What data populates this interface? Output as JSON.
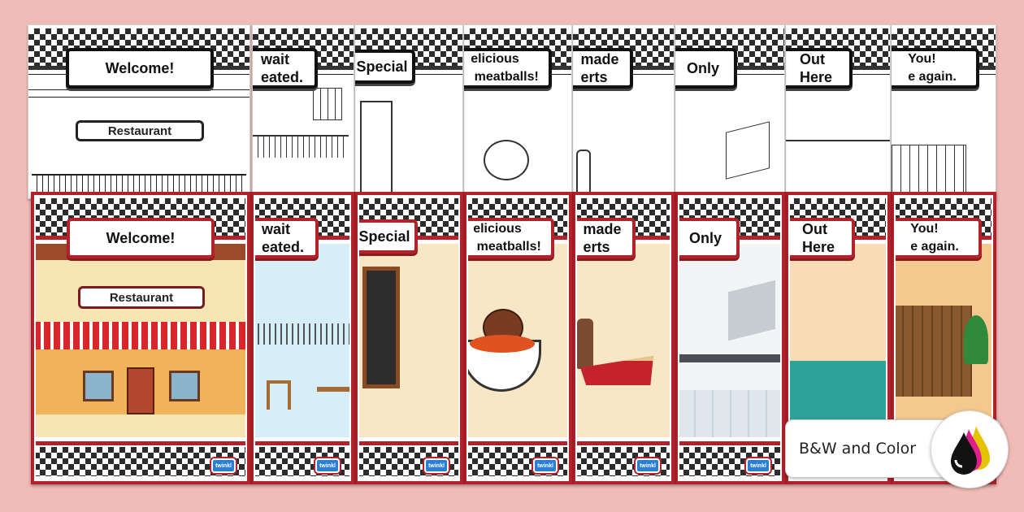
{
  "cards": [
    {
      "text": "Welcome!",
      "sign": "Restaurant"
    },
    {
      "text": "wait\neated."
    },
    {
      "text": "Special"
    },
    {
      "text": "elicious\n meatballs!"
    },
    {
      "text": "made\nerts"
    },
    {
      "text": "Only"
    },
    {
      "text": "Out\nHere"
    },
    {
      "text": "You!\ne again."
    }
  ],
  "logo_text": "twinkl",
  "badge": {
    "label": "B&W and Color"
  },
  "colors": {
    "background": "#f1bcb7",
    "accent": "#b2222a",
    "check": "#1b1b1b"
  }
}
